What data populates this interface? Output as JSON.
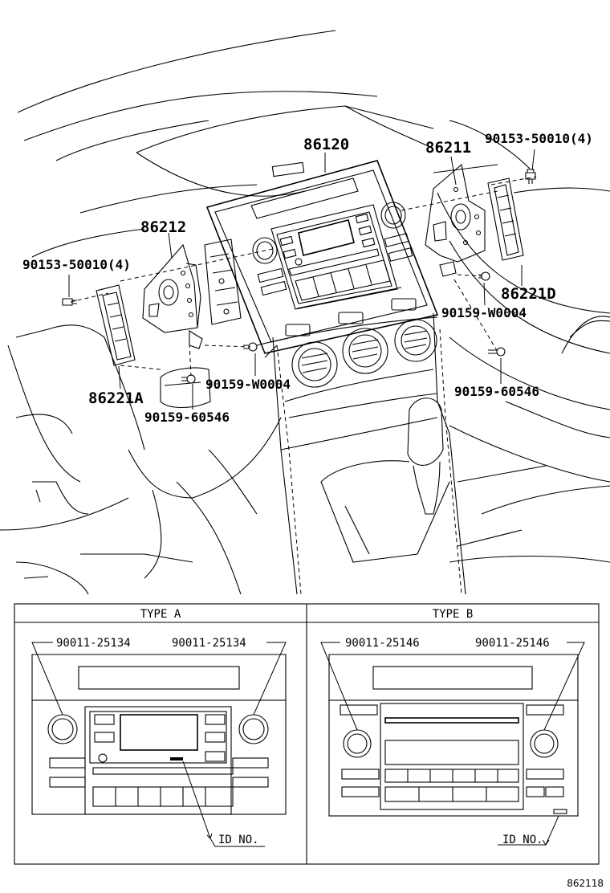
{
  "callouts": {
    "c86120": "86120",
    "c86211": "86211",
    "c86212": "86212",
    "c90153_right": "90153-50010(4)",
    "c90153_left": "90153-50010(4)",
    "c86221D": "86221D",
    "c86221A": "86221A",
    "c90159W_right": "90159-W0004",
    "c90159W_left": "90159-W0004",
    "c90159_6_right": "90159-60546",
    "c90159_6_left": "90159-60546"
  },
  "detail": {
    "type_a": {
      "header": "TYPE A",
      "knob_left": "90011-25134",
      "knob_right": "90011-25134",
      "id_label": "ID NO."
    },
    "type_b": {
      "header": "TYPE B",
      "knob_left": "90011-25146",
      "knob_right": "90011-25146",
      "id_label": "ID NO."
    }
  },
  "figure_code": "862118"
}
